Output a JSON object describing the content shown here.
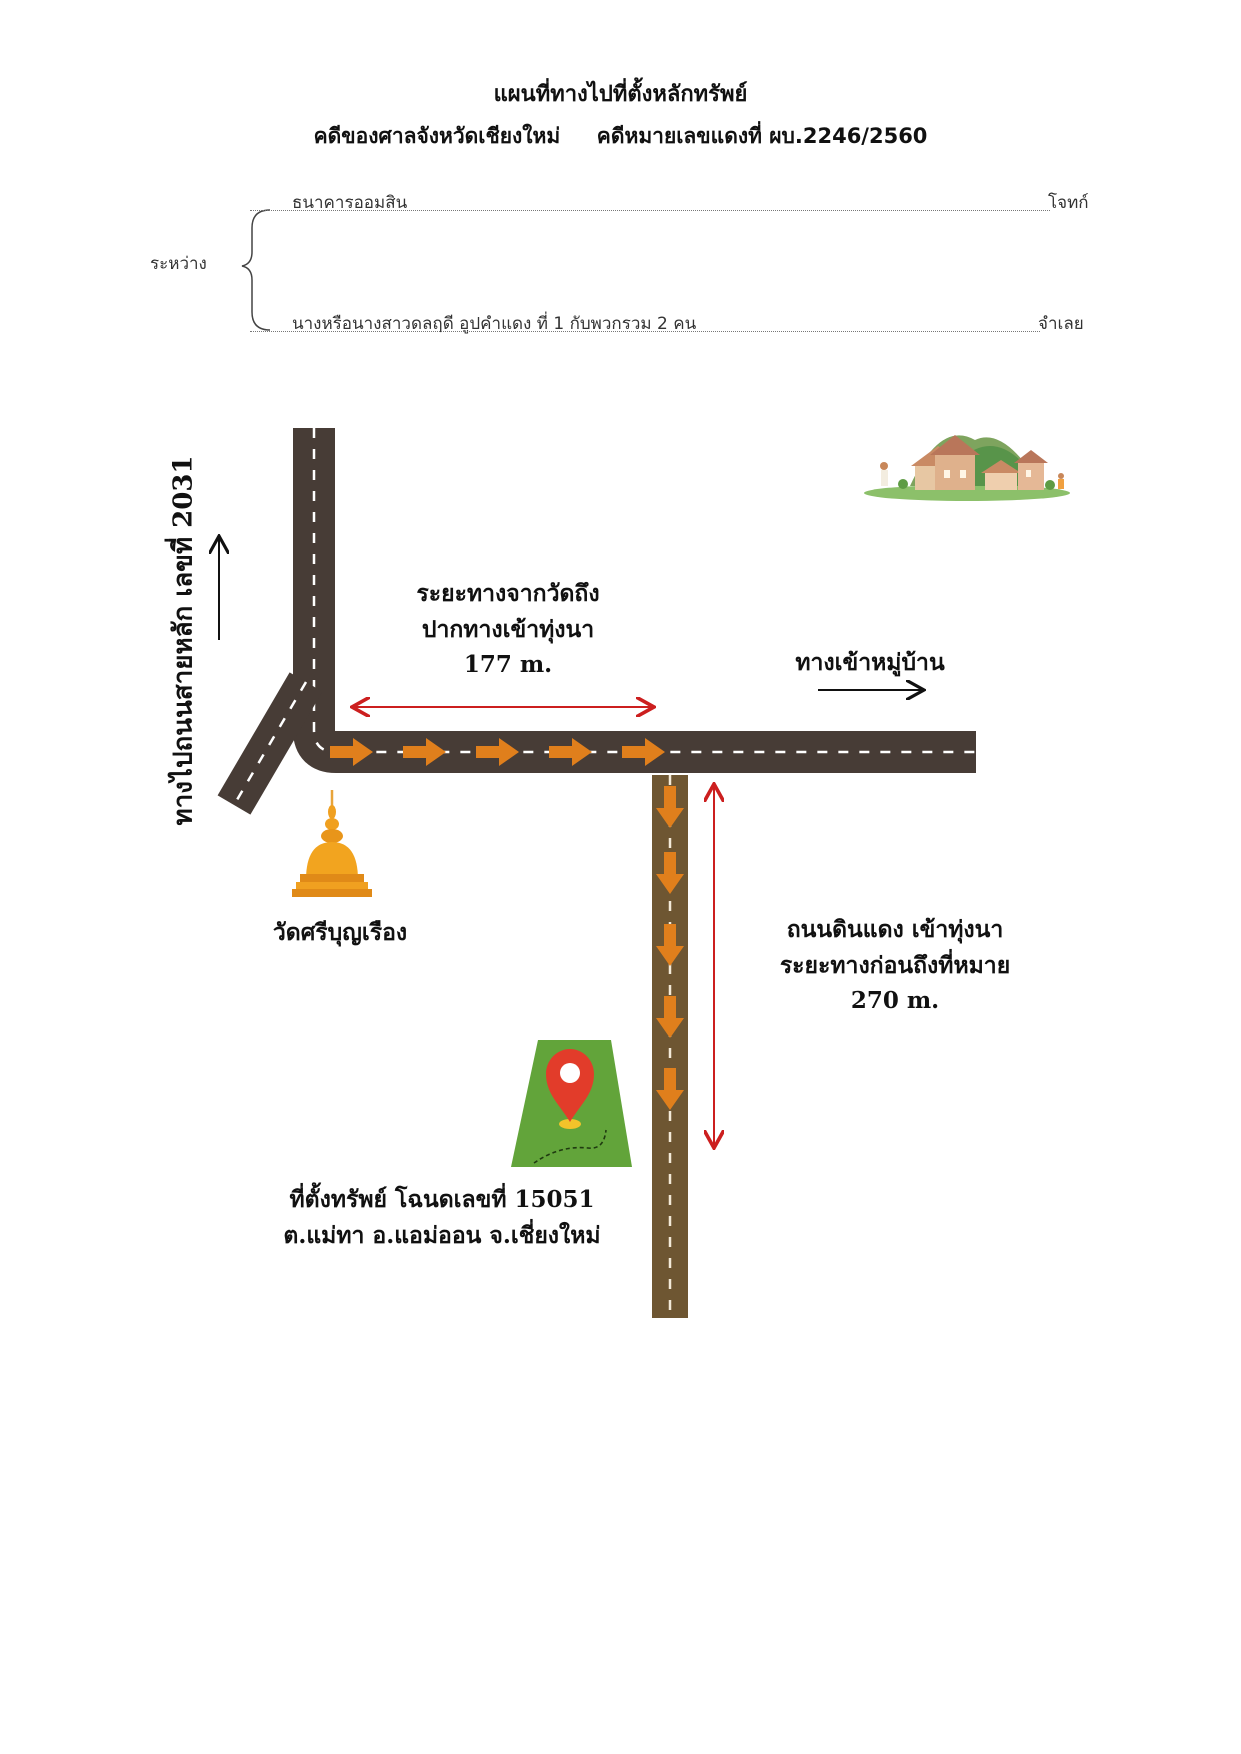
{
  "header": {
    "title": "แผนที่ทางไปที่ตั้งหลักทรัพย์",
    "subtitle": "คดีของศาลจังหวัดเชียงใหม่     คดีหมายเลขแดงที่ ผบ.2246/2560"
  },
  "parties": {
    "between_label": "ระหว่าง",
    "plaintiff_name": "ธนาคารออมสิน",
    "plaintiff_role": "โจทก์",
    "defendant_name": "นางหรือนางสาวดลฤดี อูปคำแดง  ที่ 1  กับพวกรวม 2 คน",
    "defendant_role": "จำเลย"
  },
  "map": {
    "main_road_label": "ทางไปถนนสายหลัก เลขที่ 2031",
    "distance1_line1": "ระยะทางจากวัดถึง",
    "distance1_line2": "ปากทางเข้าทุ่งนา",
    "distance1_value": "177 m.",
    "village_road_label": "ทางเข้าหมู่บ้าน",
    "temple_label": "วัดศรีบุญเรือง",
    "distance2_line1": "ถนนดินแดง เข้าทุ่งนา",
    "distance2_line2": "ระยะทางก่อนถึงที่หมาย",
    "distance2_value": "270 m.",
    "property_line1": "ที่ตั้งทรัพย์ โฉนดเลขที่ 15051",
    "property_line2": "ต.แม่ทา อ.แอม่ออน จ.เชี่ยงใหม่"
  },
  "colors": {
    "asphalt": "#473c36",
    "dirt_road": "#6e5632",
    "arrow": "#e07f1c",
    "distance_arrow": "#cc1f1f",
    "pin": "#e23c2a",
    "field": "#62a43a",
    "temple": "#f0a020"
  }
}
